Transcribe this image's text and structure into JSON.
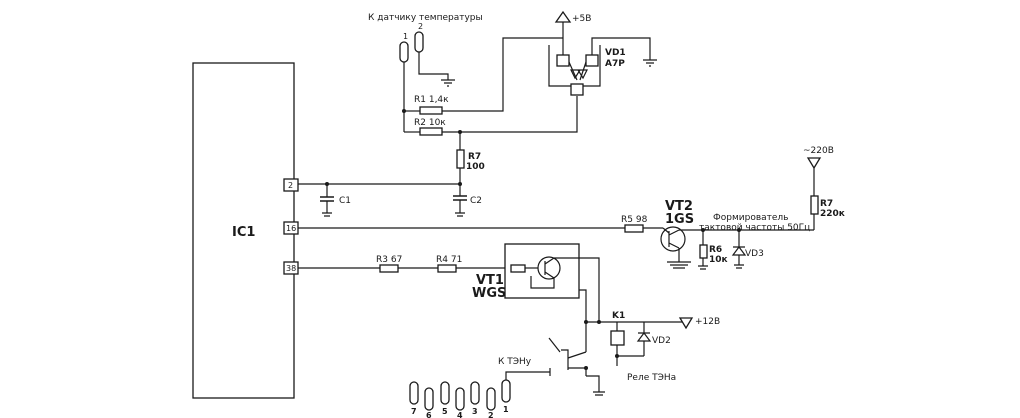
{
  "ic1": {
    "label": "IC1",
    "pin_2": "2",
    "pin_16": "16",
    "pin_38": "38"
  },
  "sensor": {
    "title": "К датчику температуры",
    "pin_1": "1",
    "pin_2": "2"
  },
  "vd1": {
    "name": "VD1",
    "type": "A7P"
  },
  "supply": {
    "plus5": "+5В",
    "plus12": "+12В",
    "ac220": "~220В"
  },
  "r1": {
    "label": "R1 1,4к"
  },
  "r2": {
    "label": "R2 10к"
  },
  "r7a": {
    "name": "R7",
    "value": "100"
  },
  "r7b": {
    "name": "R7",
    "value": "220к"
  },
  "c1": {
    "label": "C1"
  },
  "c2": {
    "label": "C2"
  },
  "r5": {
    "label": "R5 98"
  },
  "vt2": {
    "name": "VT2",
    "type": "1GS"
  },
  "former": {
    "line1": "Формирователь",
    "line2": "тактовой частоты 50Гц"
  },
  "r6": {
    "name": "R6",
    "value": "10к"
  },
  "vd3": {
    "label": "VD3"
  },
  "r3": {
    "label": "R3 67"
  },
  "r4": {
    "label": "R4 71"
  },
  "vt1": {
    "name": "VT1",
    "type": "WGS"
  },
  "k1": {
    "label": "K1"
  },
  "vd2": {
    "label": "VD2"
  },
  "relay": {
    "label": "Реле ТЭНа"
  },
  "heater": {
    "label": "К ТЭНу"
  },
  "connector": {
    "pins": [
      "7",
      "6",
      "5",
      "4",
      "3",
      "2",
      "1"
    ]
  }
}
